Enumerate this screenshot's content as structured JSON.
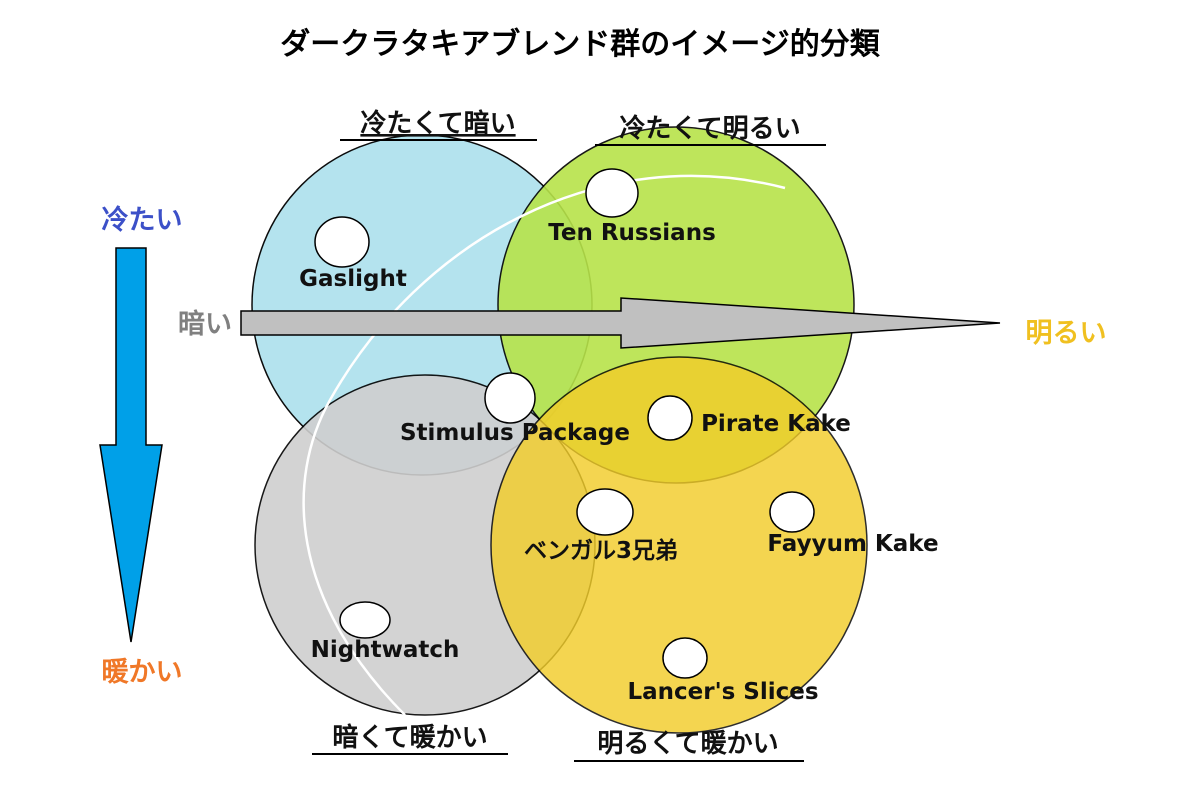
{
  "title": "ダークラタキアブレンド群のイメージ的分類",
  "quadrants": {
    "cold_dark": "冷たくて暗い",
    "cold_bright": "冷たくて明るい",
    "dark_warm": "暗くて暖かい",
    "bright_warm": "明るくて暖かい"
  },
  "axes": {
    "cold": "冷たい",
    "warm": "暖かい",
    "dark": "暗い",
    "bright": "明るい"
  },
  "blends": {
    "gaslight": "Gaslight",
    "ten_russians": "Ten Russians",
    "stimulus_package": "Stimulus Package",
    "pirate_kake": "Pirate Kake",
    "bengal_3": "ベンガル3兄弟",
    "fayyum_kake": "Fayyum Kake",
    "nightwatch": "Nightwatch",
    "lancers_slices": "Lancer's Slices"
  },
  "colors": {
    "cold_dark_fill": "#b0e2ee",
    "cold_bright_fill": "#b7e34a",
    "dark_warm_fill": "#cfcfcf",
    "bright_warm_fill": "#f2cd2a",
    "cold_axis_arrow": "#00a0e8",
    "cold_label": "#3c50c8",
    "warm_label": "#f07828",
    "bright_label": "#f0c020",
    "dark_label": "#808080",
    "horizontal_arrow": "#c0c0c0"
  },
  "icons": [
    "down-arrow",
    "right-arrow"
  ]
}
